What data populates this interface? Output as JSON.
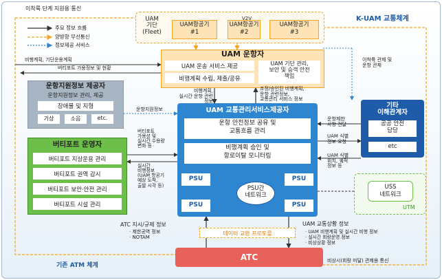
{
  "labels": {
    "top_comm": "이착륙 단계 지원용 통신",
    "k_uam": "K-UAM 교통체계",
    "legend_main": "주요 정보 흐름",
    "legend_twoway": "양방향 무선통신",
    "legend_service": "정보제공 서비스",
    "fleet": "UAM\n기단\n(Fleet)",
    "v2v": "V2V",
    "plane1": "UAM항공기\n#1",
    "plane2": "UAM항공기\n#2",
    "plane3": "UAM항공기\n#3",
    "flight_plan_left": "비행계획, 기단운용계획",
    "vertiport_cap": "버티포트 가용정보 및 현황",
    "takeoff_control": "이착륙 관제 및\n운항 관제",
    "operator_title": "UAM 운항자",
    "op_svc": "UAM 운송 서비스 제공",
    "op_plan": "비행계획 수립, 제출/공유",
    "op_fleet": "UAM 기단 관리,\n보안 및 승객 안전\n책임",
    "flow_flight": "비행계획,\n실시간 운항 관련 정보",
    "flow_adjust": "조정/승인된 비행계획,\n운항 관련정보,\n교통관리 서비스 정보",
    "weather_title": "운항지원정보 제공자",
    "weather_sub": "운항지원정보 관리, 제공",
    "weather_obst": "장애물 및 지형",
    "weather_w": "기상",
    "weather_noise": "소음",
    "weather_etc": "etc.",
    "info_flow": "운항지원정보",
    "pssp_title": "UAM 교통관리서비스제공자",
    "pssp_a": "운항 안전정보 공유 및\n교통흐름 관리",
    "pssp_b": "비행계획 승인 및\n항로이탈 모니터링",
    "psu": "PSU",
    "psu_center": "PSU간\n네트워크",
    "other_title": "기타\n이해관계자",
    "other_a": "공공 안전\n담당",
    "other_etc": "etc",
    "other_flow1": "운항제한\n사항 전달",
    "other_flow2": "UAM 식별\n정보 요청",
    "other_flow3": "UAM 식별\n위치, 궤적\n정보 등",
    "vp_flow1": "버티포트\n가용성 및\n실시간 수용량\n변화 등",
    "vp_flow2": "실시간\n비행정보\n(UAM 항공기\n예상 도착,\n출발 시각 등)",
    "vp_title": "버티포트 운영자",
    "vp_1": "버티포트 지상운용 관리",
    "vp_2": "버티포트 권역 감시",
    "vp_3": "버티포트 보안·안전 관리",
    "vp_4": "버티포트 시설 관리",
    "uss": "USS\n네트워크",
    "utm": "UTM",
    "atc_info": "ATC 지시/규제 정보",
    "atc_info2": "· 제한공역 정보\n· NOTAM",
    "exchange": "데이터 교환 프로토콜",
    "traffic_info": "UAM 교통상황 정보",
    "traffic_info2": "· UAM 비행계획 및 실시간 비행 정보\n· 실시간 회랑운영 정보\n· 비상상황 정보",
    "legacy": "기존 ATM 체계",
    "atc": "ATC",
    "emergency": "비상시(회랑 미달) 관제용 통신"
  },
  "colors": {
    "orange": "#f5a623",
    "orange_light": "#fde3b5",
    "blue": "#2e86d0",
    "blue_dark": "#1d5aa6",
    "gray_box": "#a7b6c2",
    "green": "#6dbf4a",
    "green_dark": "#3f8f2a",
    "red": "#e8625b",
    "navy": "#1e5ba8"
  },
  "icons": [
    "arrow-icon",
    "dashed-arrow-icon",
    "dotted-arrow-icon"
  ]
}
